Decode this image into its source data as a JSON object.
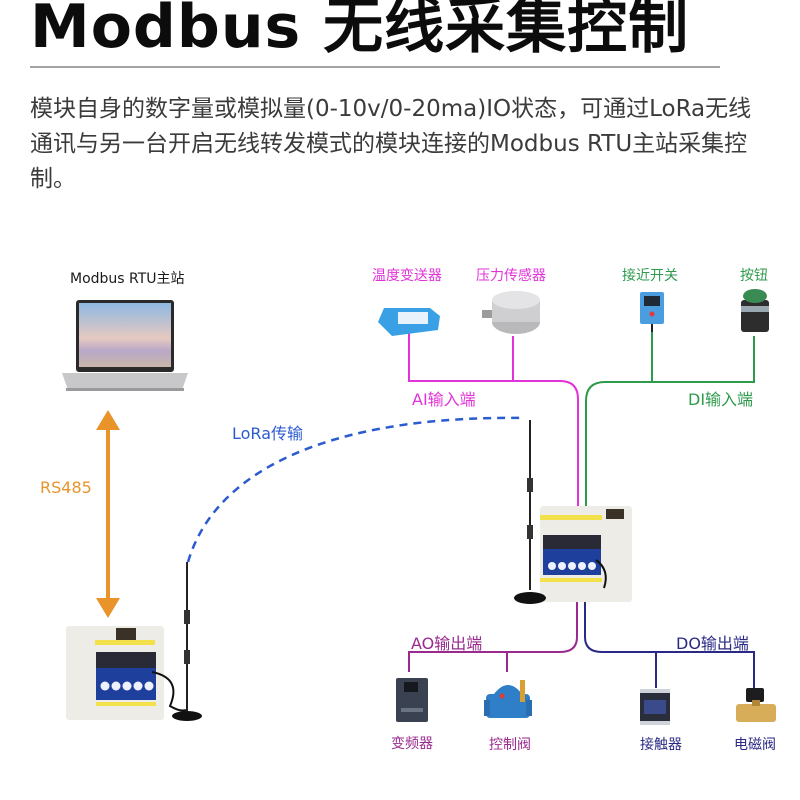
{
  "header": {
    "title": "Modbus 无线采集控制",
    "description": "模块自身的数字量或模拟量(0-10v/0-20ma)IO状态，可通过LoRa无线通讯与另一台开启无线转发模式的模块连接的Modbus RTU主站采集控制。"
  },
  "colors": {
    "ai": "#e233d8",
    "di": "#2e9a4c",
    "ao": "#9a2a8e",
    "do": "#2a2a86",
    "lora": "#2b5bd0",
    "rs485": "#e8942a"
  },
  "master": {
    "label": "Modbus RTU主站",
    "device_icon": "laptop-icon"
  },
  "links": {
    "rs485": "RS485",
    "lora": "LoRa传输"
  },
  "groups": {
    "ai": {
      "label": "AI输入端",
      "devices": [
        {
          "label": "温度变送器",
          "icon": "temperature-transmitter-icon"
        },
        {
          "label": "压力传感器",
          "icon": "pressure-sensor-icon"
        }
      ]
    },
    "di": {
      "label": "DI输入端",
      "devices": [
        {
          "label": "接近开关",
          "icon": "proximity-switch-icon"
        },
        {
          "label": "按钮",
          "icon": "push-button-icon"
        }
      ]
    },
    "ao": {
      "label": "AO输出端",
      "devices": [
        {
          "label": "变频器",
          "icon": "inverter-icon"
        },
        {
          "label": "控制阀",
          "icon": "control-valve-icon"
        }
      ]
    },
    "do": {
      "label": "DO输出端",
      "devices": [
        {
          "label": "接触器",
          "icon": "contactor-icon"
        },
        {
          "label": "电磁阀",
          "icon": "solenoid-valve-icon"
        }
      ]
    }
  },
  "modules": {
    "master_side": {
      "icon": "lora-io-module-icon"
    },
    "field_side": {
      "icon": "lora-io-module-icon"
    }
  }
}
